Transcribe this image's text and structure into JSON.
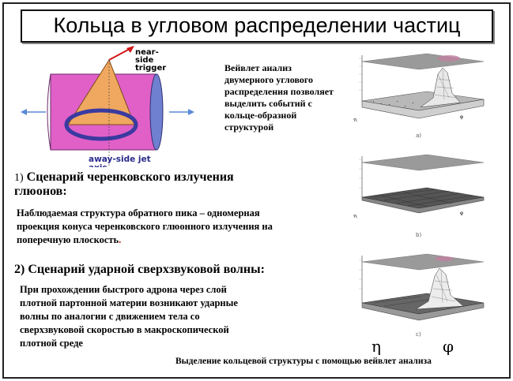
{
  "title": "Кольца в угловом распределении частиц",
  "diagram": {
    "near_side_label": [
      "near-",
      "side",
      "trigger"
    ],
    "away_side_label": [
      "away-side jet",
      "axis"
    ],
    "colors": {
      "cylinder": "#e060c8",
      "cone": "#f0a860",
      "ring": "#3a3aa0",
      "arrows": "#5a8ad8",
      "trigger": "#d01818"
    }
  },
  "wavelet_text": [
    "Вейвлет анализ",
    "двумерного углового",
    "распределения позволяет",
    "выделить событий с",
    "кольце-образной",
    "структурой"
  ],
  "scenario1": {
    "number": "1)",
    "heading_line1": " Сценарий черенковского излучения",
    "heading_line2": "глюонов:",
    "body": [
      "Наблюдаемая структура обратного пика – одномерная",
      "проекция конуса черенковского глюонного излучения на",
      "поперечную плоскость"
    ],
    "period": "."
  },
  "scenario2": {
    "heading": "2) Сценарий ударной сверхзвуковой волны:",
    "body": [
      "При прохождении быстрого адрона через слой",
      "плотной партонной материи возникают ударные",
      "волны по аналогии с движением тела со",
      "сверхзвуковой скоростью в макроскопической",
      "плотной среде"
    ]
  },
  "plots": [
    {
      "label": "a)"
    },
    {
      "label": "b)"
    },
    {
      "label": "c)"
    }
  ],
  "axis_symbols": {
    "eta": "η",
    "phi": "φ"
  },
  "caption": "Выделение кольцевой структуры с помощью вейвлет анализа"
}
